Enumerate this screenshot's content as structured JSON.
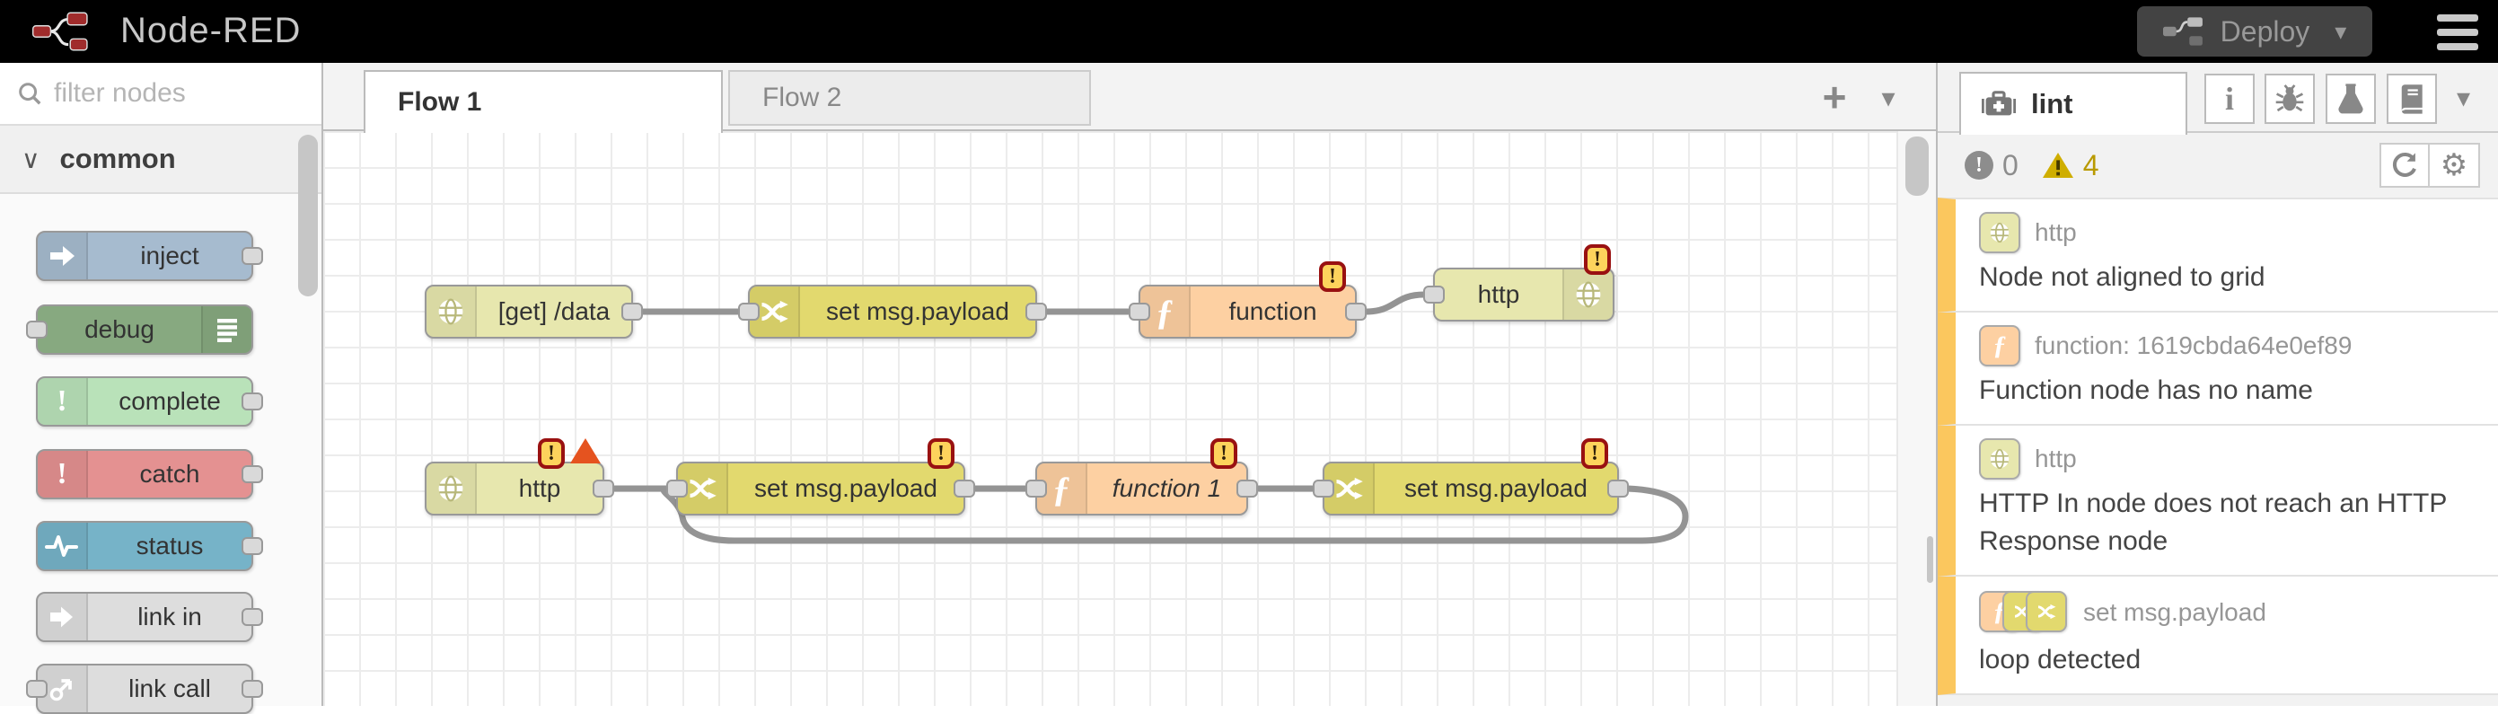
{
  "header": {
    "title": "Node-RED",
    "deploy_label": "Deploy"
  },
  "icons": {
    "exclamation": "!",
    "plus": "+",
    "caret_down": "▾",
    "chevron_down": "∨",
    "gear": "⚙",
    "fx": "ƒ",
    "info": "i"
  },
  "palette": {
    "filter_placeholder": "filter nodes",
    "category": "common",
    "items": [
      {
        "label": "inject",
        "color": "#a6bbcf"
      },
      {
        "label": "debug",
        "color": "#87a980"
      },
      {
        "label": "complete",
        "color": "#b9e2b9"
      },
      {
        "label": "catch",
        "color": "#e49191"
      },
      {
        "label": "status",
        "color": "#76b3c8"
      },
      {
        "label": "link in",
        "color": "#dddddd"
      },
      {
        "label": "link call",
        "color": "#dddddd"
      }
    ]
  },
  "workspace": {
    "tabs": [
      {
        "label": "Flow 1"
      },
      {
        "label": "Flow 2"
      }
    ],
    "nodes": [
      {
        "label": "[get] /data",
        "color": "#e7e7ae"
      },
      {
        "label": "set msg.payload",
        "color": "#e2d96e"
      },
      {
        "label": "function",
        "color": "#fdd0a2"
      },
      {
        "label": "http",
        "color": "#e7e7ae"
      },
      {
        "label": "http",
        "color": "#e7e7ae"
      },
      {
        "label": "set msg.payload",
        "color": "#e2d96e"
      },
      {
        "label": "function 1",
        "color": "#fdd0a2"
      },
      {
        "label": "set msg.payload",
        "color": "#e2d96e"
      }
    ]
  },
  "sidebar": {
    "tab_label": "lint",
    "error_count": "0",
    "warning_count": "4",
    "issues": [
      {
        "node_label": "http",
        "node_color": "#e7e7ae",
        "message": "Node not aligned to grid"
      },
      {
        "node_label": "function: 1619cbda64e0ef89",
        "node_color": "#fdd0a2",
        "message": "Function node has no name"
      },
      {
        "node_label": "http",
        "node_color": "#e7e7ae",
        "message": "HTTP In node does not reach an HTTP Response node"
      },
      {
        "node_label": "set msg.payload",
        "node_color": "#e2d96e",
        "stack_color": "#fdd0a2",
        "message": "loop detected"
      }
    ]
  }
}
